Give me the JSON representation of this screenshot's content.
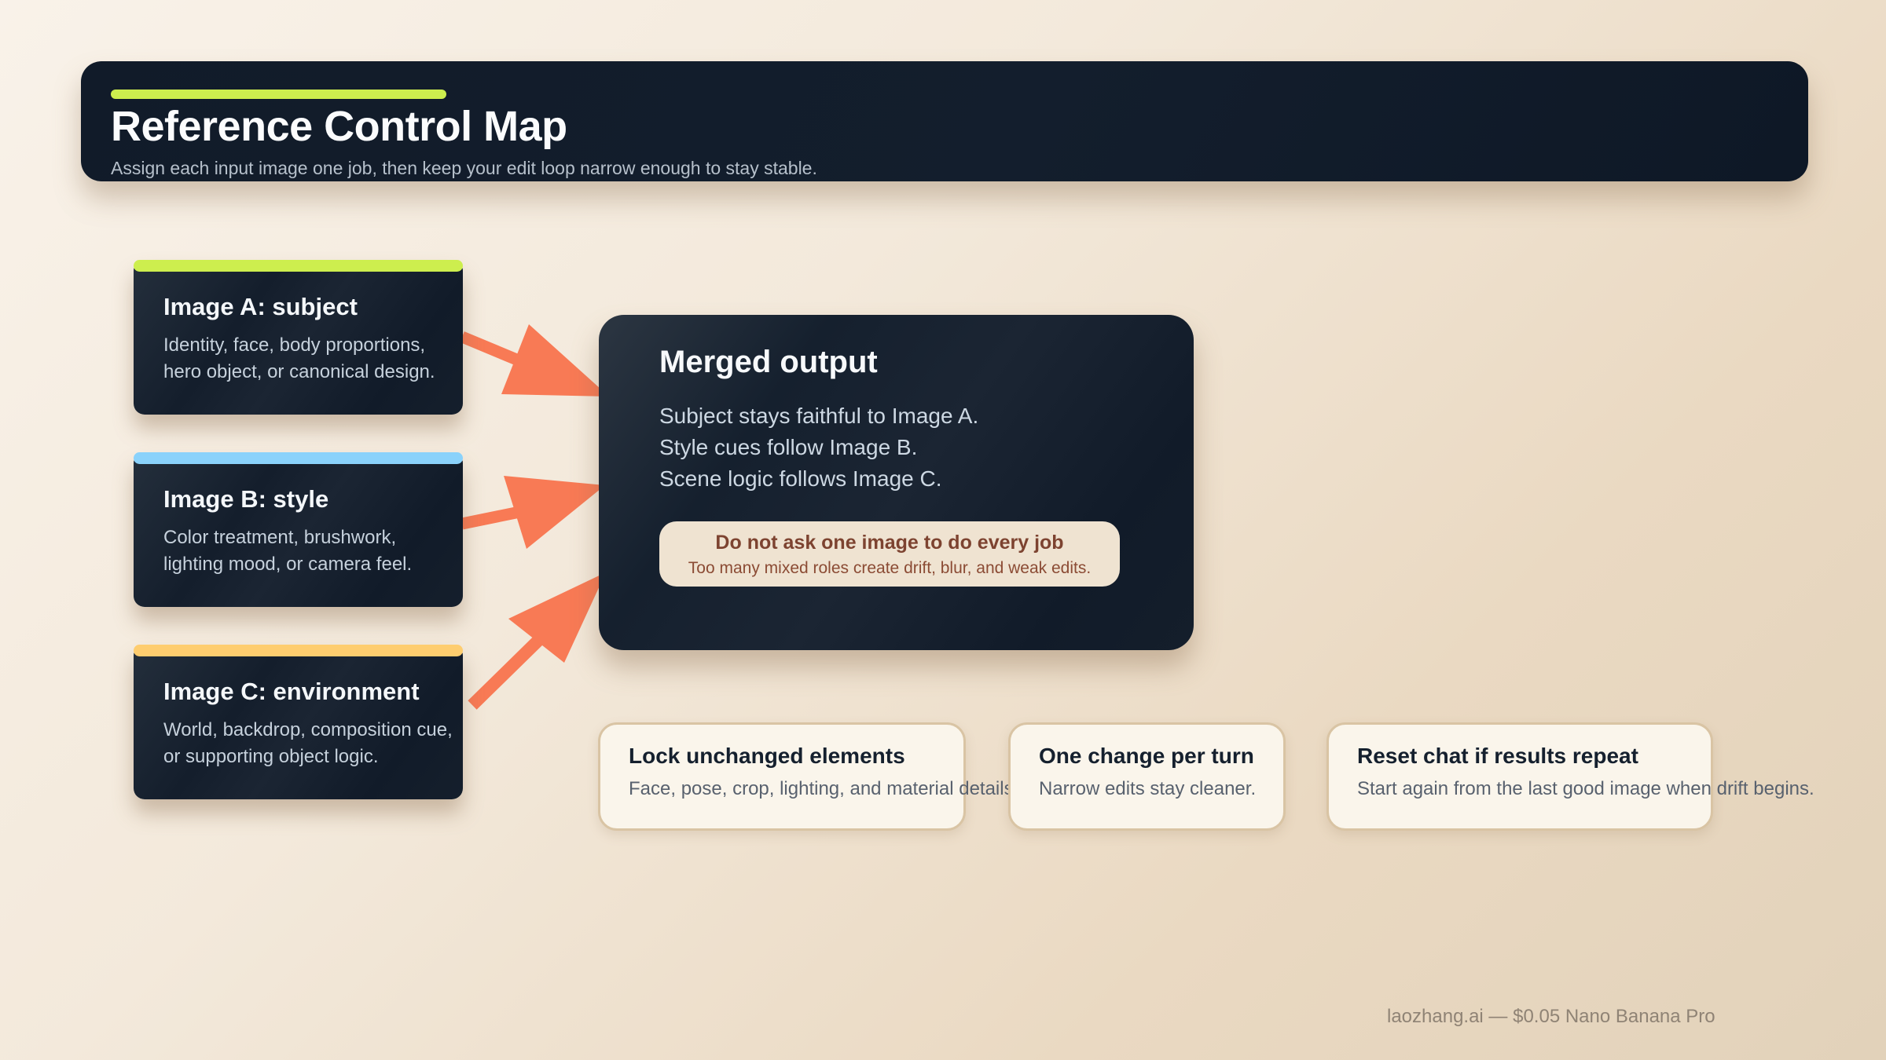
{
  "header": {
    "title": "Reference Control Map",
    "subtitle": "Assign each input image one job, then keep your edit loop narrow enough to stay stable."
  },
  "inputs": [
    {
      "title": "Image A: subject",
      "lines": [
        "Identity, face, body proportions,",
        "hero object, or canonical design."
      ],
      "accent_color": "#cdee4e"
    },
    {
      "title": "Image B: style",
      "lines": [
        "Color treatment, brushwork,",
        "lighting mood, or camera feel."
      ],
      "accent_color": "#8ad2fb"
    },
    {
      "title": "Image C: environment",
      "lines": [
        "World, backdrop, composition cue,",
        "or supporting object logic."
      ],
      "accent_color": "#fecd6f"
    }
  ],
  "merged": {
    "title": "Merged output",
    "lines": [
      "Subject stays faithful to Image A.",
      "Style cues follow Image B.",
      "Scene logic follows Image C."
    ],
    "warning": {
      "title": "Do not ask one image to do every job",
      "body": "Too many mixed roles create drift, blur, and weak edits."
    }
  },
  "tips": [
    {
      "title": "Lock unchanged elements",
      "body": "Face, pose, crop, lighting, and material details"
    },
    {
      "title": "One change per turn",
      "body": "Narrow edits stay cleaner."
    },
    {
      "title": "Reset chat if results repeat",
      "body": "Start again from the last good image when drift begins."
    }
  ],
  "footer": {
    "text": "laozhang.ai — $0.05 Nano Banana Pro"
  },
  "colors": {
    "arrow": "#f87a55",
    "dark_card": "#15202e",
    "background_top": "#f9f2e9",
    "background_bottom": "#e2d2ba",
    "warning_bg": "#efe3d1",
    "warning_text": "#7d4330",
    "tip_border": "#d9c4a4",
    "tip_bg": "#faf5eb"
  }
}
